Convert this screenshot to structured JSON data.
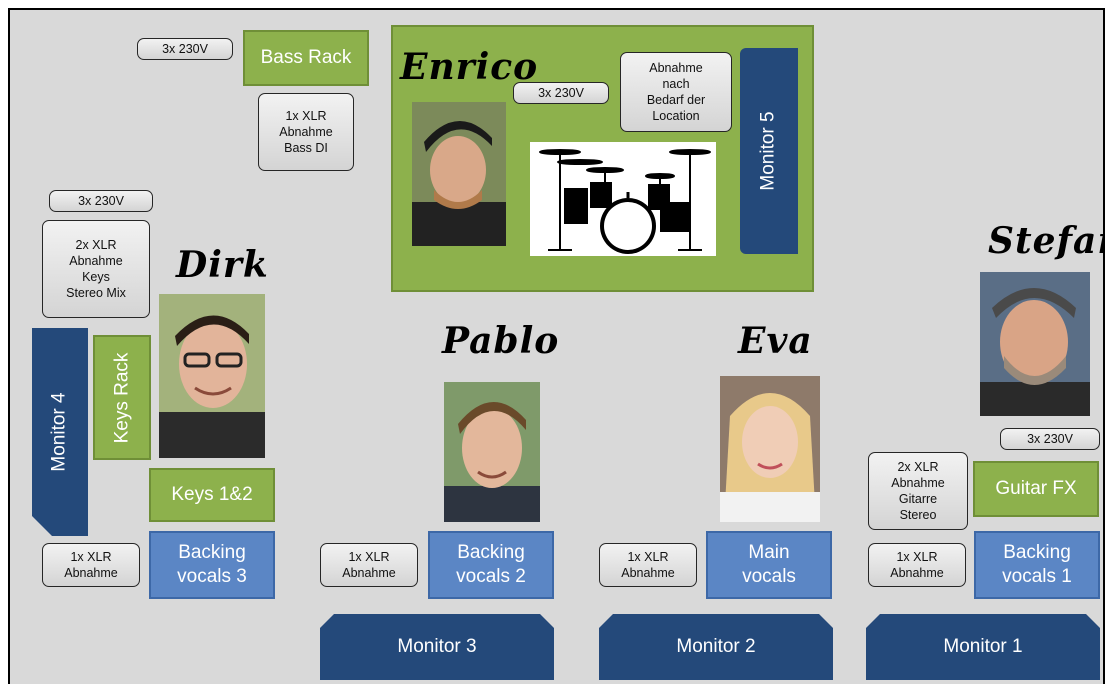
{
  "drum_riser": {
    "name": "Enrico",
    "power": "3x 230V",
    "note": "Abnahme\nnach\nBedarf der\nLocation",
    "monitor": "Monitor 5"
  },
  "bass": {
    "power": "3x 230V",
    "rack": "Bass Rack",
    "note": "1x XLR\nAbnahme\nBass DI"
  },
  "keys": {
    "name": "Dirk",
    "power": "3x 230V",
    "note": "2x XLR\nAbnahme\nKeys\nStereo Mix",
    "monitor": "Monitor 4",
    "rack": "Keys Rack",
    "instrument": "Keys 1&2",
    "mic_note": "1x XLR\nAbnahme",
    "mic": "Backing\nvocals 3"
  },
  "pablo": {
    "name": "Pablo",
    "mic_note": "1x XLR\nAbnahme",
    "mic": "Backing\nvocals 2",
    "monitor": "Monitor 3"
  },
  "eva": {
    "name": "Eva",
    "mic_note": "1x XLR\nAbnahme",
    "mic": "Main\nvocals",
    "monitor": "Monitor 2"
  },
  "stefan": {
    "name": "Stefan",
    "power": "3x 230V",
    "guitar_note": "2x XLR\nAbnahme\nGitarre\nStereo",
    "fx": "Guitar FX",
    "mic_note": "1x XLR\nAbnahme",
    "mic": "Backing\nvocals 1",
    "monitor": "Monitor 1"
  },
  "colors": {
    "background": "#d9d9d9",
    "rack_green": "#8db14c",
    "mic_blue": "#5b86c5",
    "monitor_navy": "#24497a"
  }
}
